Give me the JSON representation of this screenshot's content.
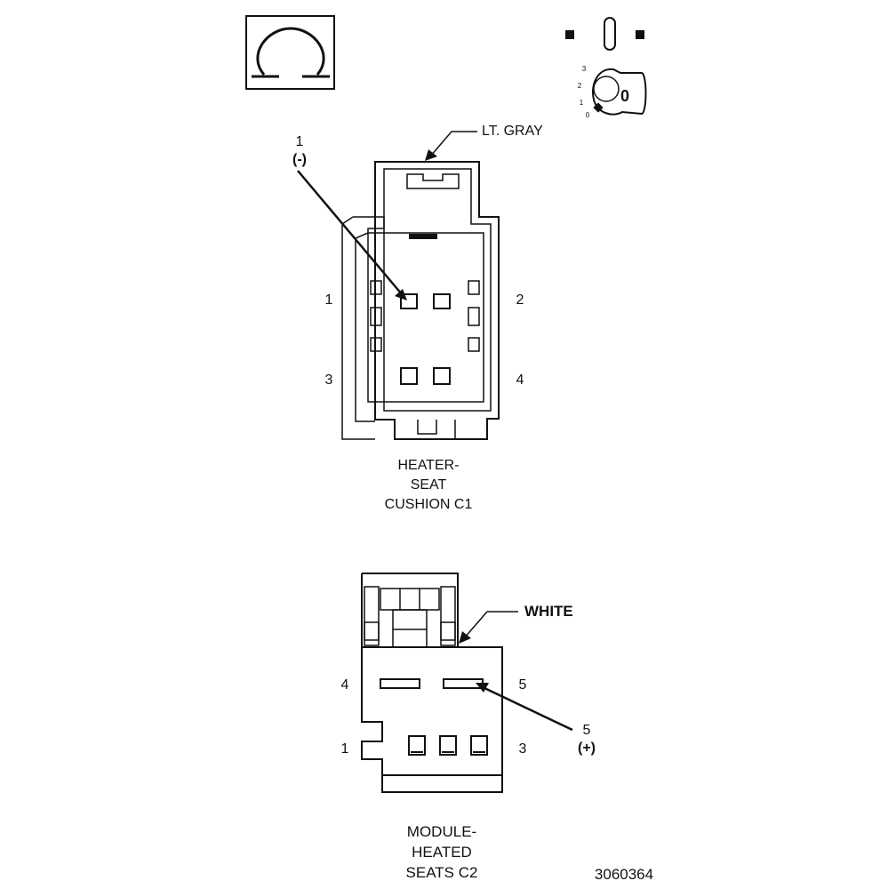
{
  "symbols": {
    "ohm": "Ω",
    "key_digit": "0",
    "key_positions": [
      "3",
      "2",
      "1",
      "0"
    ]
  },
  "connector_c1": {
    "wire_color": "LT. GRAY",
    "callout_pin": "1",
    "callout_polarity": "(-)",
    "pins": [
      "1",
      "2",
      "3",
      "4"
    ],
    "title_lines": [
      "HEATER-",
      "SEAT",
      "CUSHION C1"
    ]
  },
  "connector_c2": {
    "wire_color": "WHITE",
    "callout_pin": "5",
    "callout_polarity": "(+)",
    "pins": [
      "4",
      "5",
      "1",
      "3"
    ],
    "title_lines": [
      "MODULE-",
      "HEATED",
      "SEATS C2"
    ]
  },
  "figure_number": "3060364"
}
